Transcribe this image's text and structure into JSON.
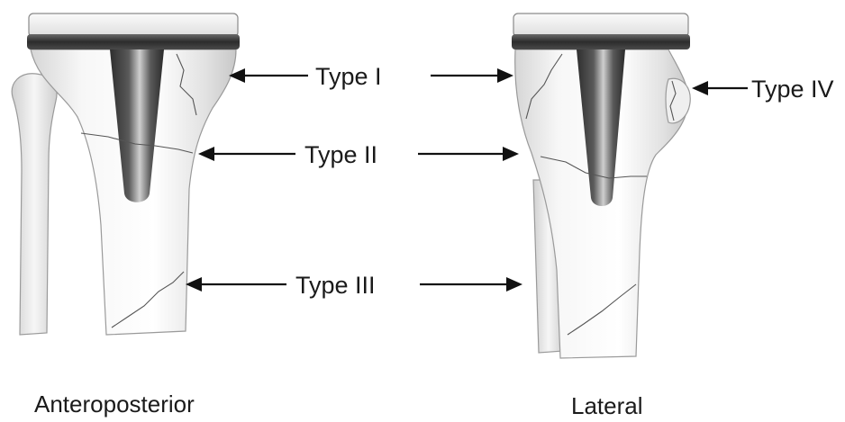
{
  "figure": {
    "views": [
      {
        "id": "ap",
        "label": "Anteroposterior"
      },
      {
        "id": "lateral",
        "label": "Lateral"
      }
    ],
    "fracture_types": [
      {
        "id": "type1",
        "label": "Type I"
      },
      {
        "id": "type2",
        "label": "Type II"
      },
      {
        "id": "type3",
        "label": "Type III"
      },
      {
        "id": "type4",
        "label": "Type IV"
      }
    ]
  },
  "colors": {
    "background": "#ffffff",
    "arrow": "#111111",
    "bone_light": "#f4f4f4",
    "bone_shade": "#c9c9c9",
    "implant_dark": "#3a3a3a",
    "implant_light": "#e6e6e6"
  }
}
